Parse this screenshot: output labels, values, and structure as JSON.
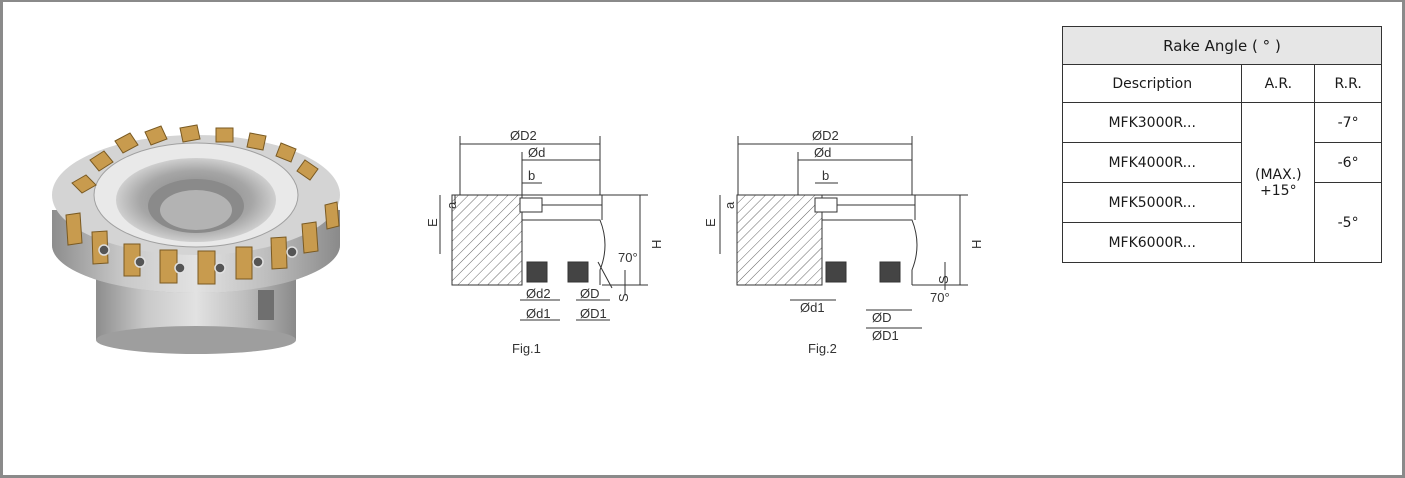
{
  "figures": [
    {
      "caption": "Fig.1",
      "labels": {
        "od2_top": "ØD2",
        "od_top": "Ød",
        "b": "b",
        "a": "a",
        "e": "E",
        "h": "H",
        "angle": "70°",
        "s": "S",
        "od2_bot": "Ød2",
        "od1_bot": "Ød1",
        "od_small": "ØD",
        "od1_big": "ØD1"
      }
    },
    {
      "caption": "Fig.2",
      "labels": {
        "od2_top": "ØD2",
        "od_top": "Ød",
        "b": "b",
        "a": "a",
        "e": "E",
        "h": "H",
        "s": "S",
        "angle": "70°",
        "od1_bot": "Ød1",
        "od_small": "ØD",
        "od1_big": "ØD1"
      }
    }
  ],
  "table": {
    "title": "Rake Angle ( ° )",
    "headers": [
      "Description",
      "A.R.",
      "R.R."
    ],
    "rows": [
      {
        "description": "MFK3000R..."
      },
      {
        "description": "MFK4000R..."
      },
      {
        "description": "MFK5000R..."
      },
      {
        "description": "MFK6000R..."
      }
    ],
    "ar_merged": [
      "(MAX.)",
      "+15°"
    ],
    "rr_values": [
      "-7°",
      "-6°",
      "-5°"
    ]
  },
  "colors": {
    "border": "#8a8a8a",
    "header_bg": "#e6e6e6",
    "steel": "#b9b9b9",
    "insert_gold": "#c89b4e"
  }
}
